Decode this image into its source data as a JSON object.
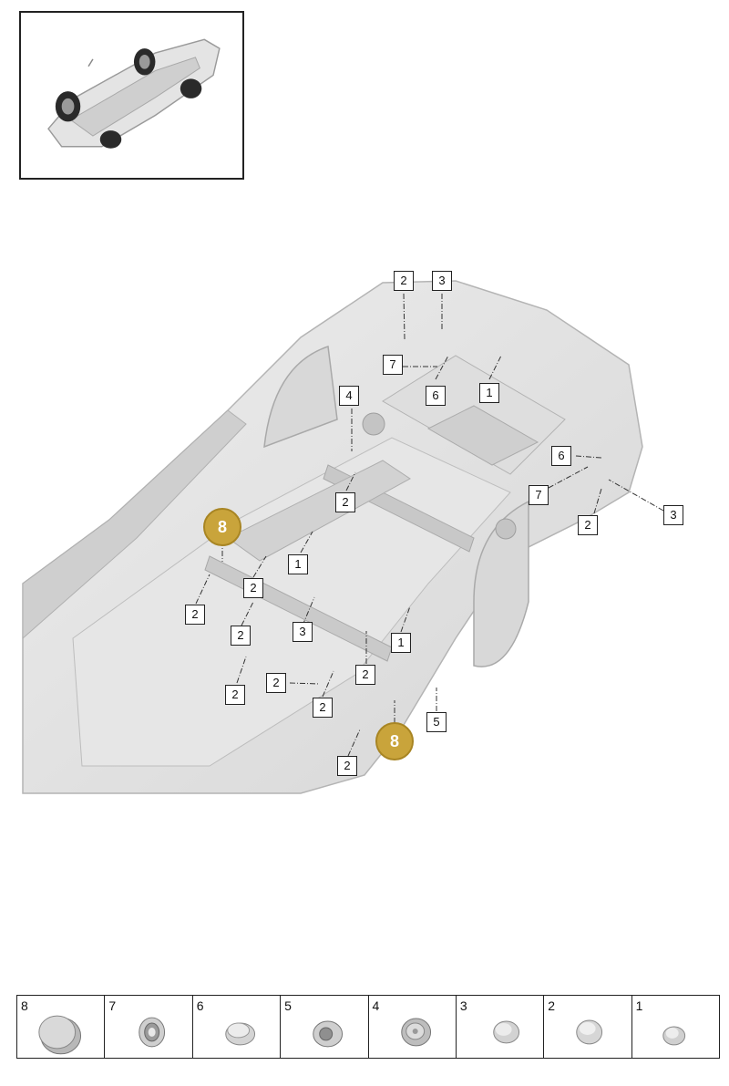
{
  "thumbnail": {
    "icon": "car-underbody-thumbnail-icon"
  },
  "diagram": {
    "icon": "vehicle-underbody-diagram",
    "callouts": [
      {
        "label": "2",
        "style": "box"
      },
      {
        "label": "3",
        "style": "box"
      },
      {
        "label": "7",
        "style": "box"
      },
      {
        "label": "6",
        "style": "box"
      },
      {
        "label": "1",
        "style": "box"
      },
      {
        "label": "4",
        "style": "box"
      },
      {
        "label": "6",
        "style": "box"
      },
      {
        "label": "7",
        "style": "box"
      },
      {
        "label": "3",
        "style": "box"
      },
      {
        "label": "2",
        "style": "box"
      },
      {
        "label": "2",
        "style": "box"
      },
      {
        "label": "8",
        "style": "gold"
      },
      {
        "label": "1",
        "style": "box"
      },
      {
        "label": "2",
        "style": "box"
      },
      {
        "label": "2",
        "style": "box"
      },
      {
        "label": "3",
        "style": "box"
      },
      {
        "label": "2",
        "style": "box"
      },
      {
        "label": "1",
        "style": "box"
      },
      {
        "label": "2",
        "style": "box"
      },
      {
        "label": "2",
        "style": "box"
      },
      {
        "label": "2",
        "style": "box"
      },
      {
        "label": "2",
        "style": "box"
      },
      {
        "label": "5",
        "style": "box"
      },
      {
        "label": "8",
        "style": "gold"
      },
      {
        "label": "2",
        "style": "box"
      }
    ]
  },
  "legend": {
    "items": [
      {
        "number": "8",
        "icon": "large-plug-icon"
      },
      {
        "number": "7",
        "icon": "grommet-ring-icon"
      },
      {
        "number": "6",
        "icon": "flat-plug-icon"
      },
      {
        "number": "5",
        "icon": "grommet-cap-icon"
      },
      {
        "number": "4",
        "icon": "stepped-plug-icon"
      },
      {
        "number": "3",
        "icon": "dome-plug-icon"
      },
      {
        "number": "2",
        "icon": "flat-dome-plug-icon"
      },
      {
        "number": "1",
        "icon": "small-plug-icon"
      }
    ]
  },
  "colors": {
    "accent_gold": "#c9a43b",
    "body_grey": "#dcdcdc"
  }
}
